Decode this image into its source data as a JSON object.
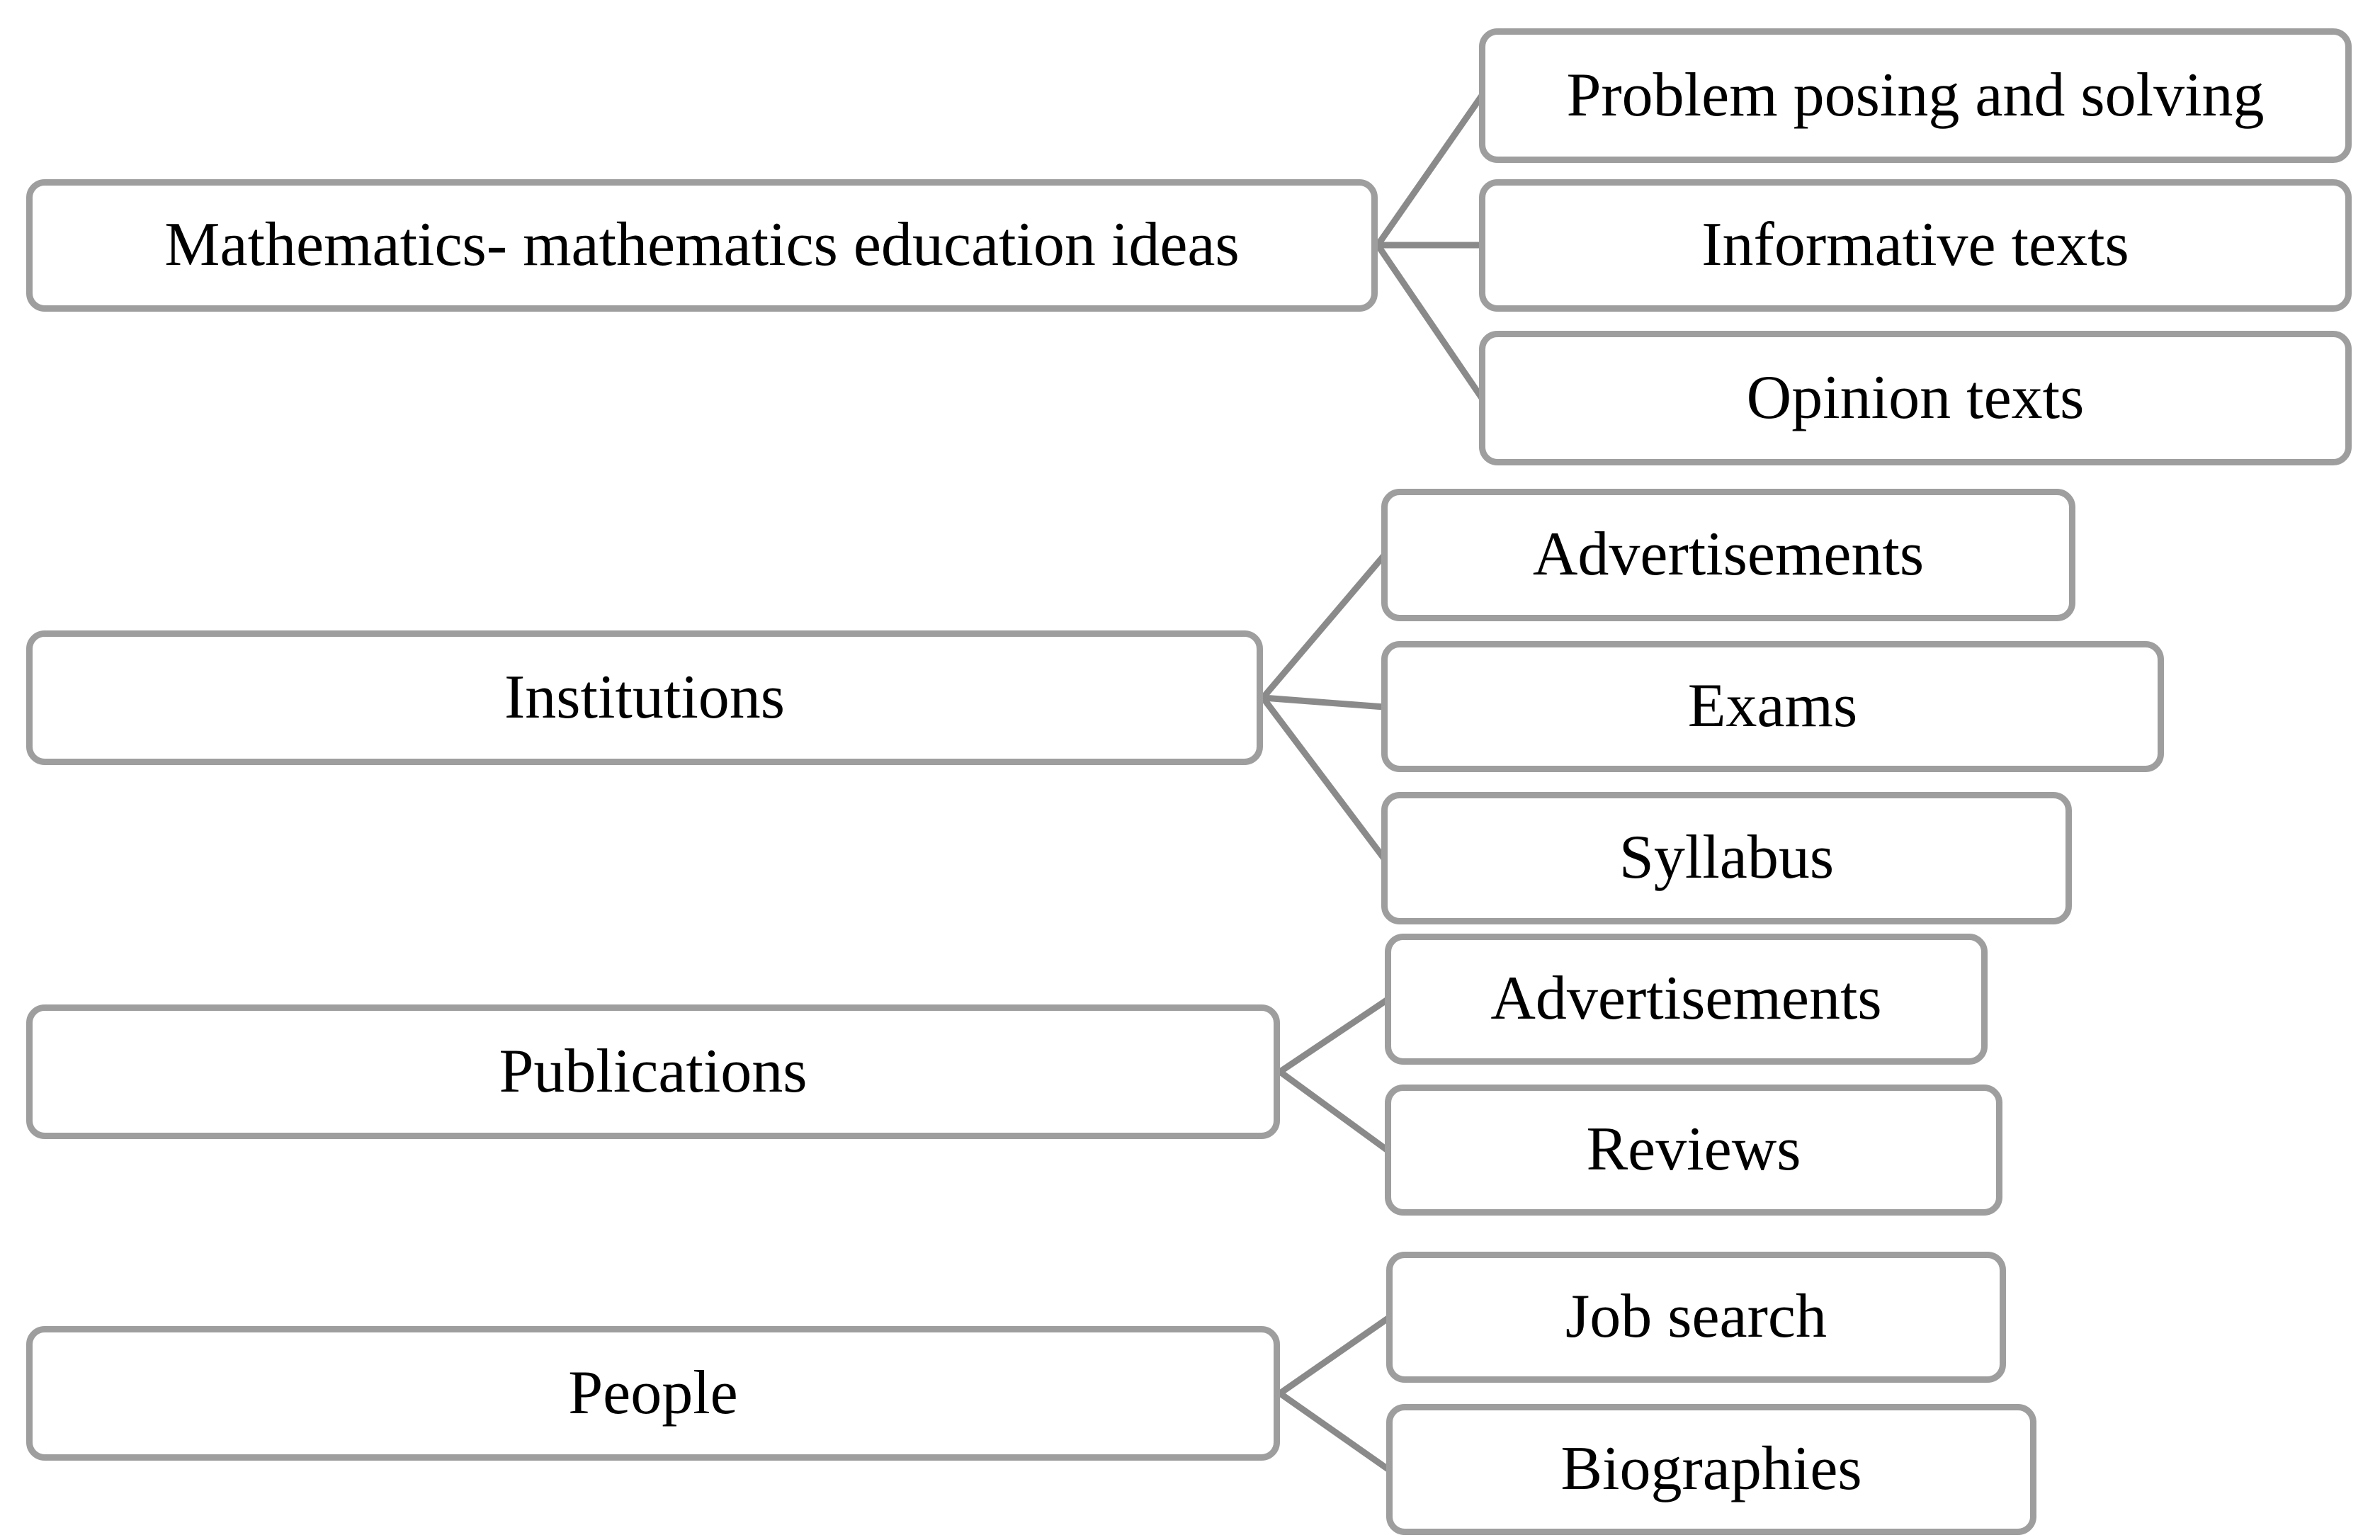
{
  "diagram": {
    "title": "Mathematics education topic taxonomy diagram",
    "colors": {
      "border": "#9e9e9e",
      "line": "#8a8a8a",
      "text": "#000000",
      "node_fill": "#ffffff",
      "background": "#ffffff"
    },
    "groups": [
      {
        "parent": {
          "label": "Mathematics- mathematics education ideas"
        },
        "children": [
          {
            "label": "Problem posing and solving"
          },
          {
            "label": "Informative texts"
          },
          {
            "label": "Opinion texts"
          }
        ]
      },
      {
        "parent": {
          "label": "Institutions"
        },
        "children": [
          {
            "label": "Advertisements"
          },
          {
            "label": "Exams"
          },
          {
            "label": "Syllabus"
          }
        ]
      },
      {
        "parent": {
          "label": "Publications"
        },
        "children": [
          {
            "label": "Advertisements"
          },
          {
            "label": "Reviews"
          }
        ]
      },
      {
        "parent": {
          "label": "People"
        },
        "children": [
          {
            "label": "Job search"
          },
          {
            "label": "Biographies"
          }
        ]
      }
    ]
  }
}
